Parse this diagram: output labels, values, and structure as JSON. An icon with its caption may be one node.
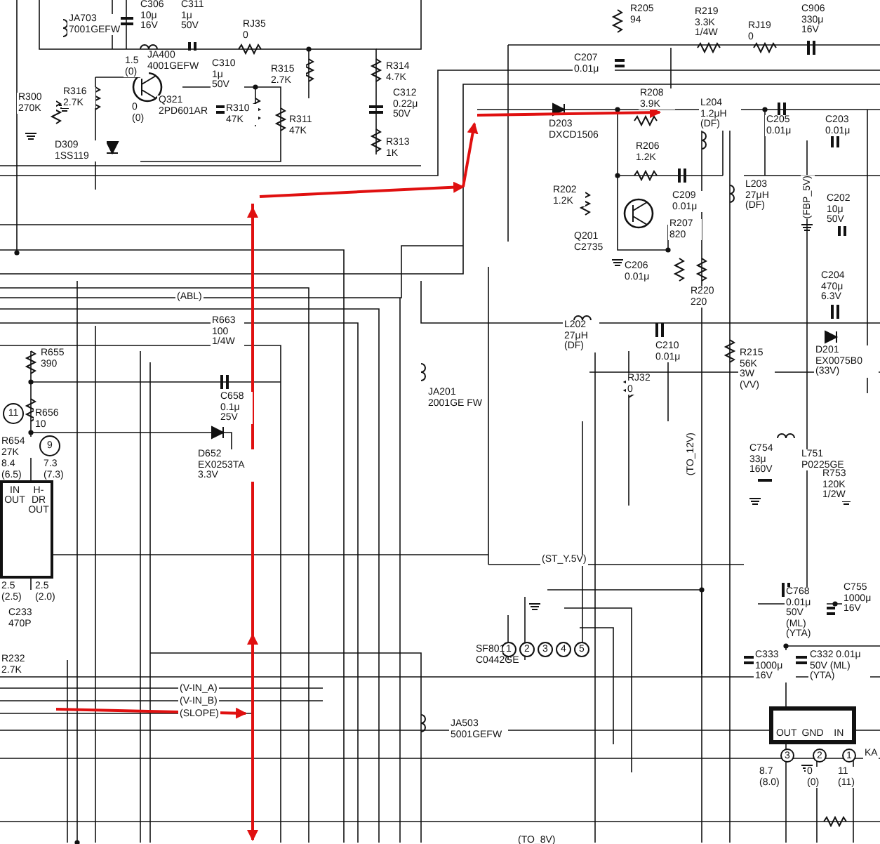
{
  "diagram": {
    "nodes": [
      {
        "text": [
          "IN OUT",
          "H-DR OUT"
        ]
      },
      {
        "text": [
          "11"
        ]
      },
      {
        "text": [
          "9"
        ]
      },
      {
        "text": [
          "OUT",
          "GND",
          "IN"
        ]
      },
      {
        "text": [
          "3"
        ]
      },
      {
        "text": [
          "2"
        ]
      },
      {
        "text": [
          "1"
        ]
      },
      {
        "text": [
          "1"
        ]
      },
      {
        "text": [
          "2"
        ]
      },
      {
        "text": [
          "3"
        ]
      },
      {
        "text": [
          "4"
        ]
      },
      {
        "text": [
          "5"
        ]
      }
    ],
    "labels": [
      "JA703 7001GEFW",
      "C306 10μ 16V",
      "C311 1μ 50V",
      "RJ35 0",
      "1.5 (0)",
      "JA400 4001GEFW",
      "C310 1μ 50V",
      "R315 2.7K",
      "R314 4.7K",
      "C312 0.22μ 50V",
      "R300 270K",
      "R316 2.7K",
      "0 (0)",
      "Q321 2PD601AR",
      "R310 47K",
      "R311 47K",
      "D309 1SS119",
      "R313 1K",
      "R205 94",
      "R219 3.3K 1/4W",
      "RJ19 0",
      "C906 330μ 16V",
      "C207 0.01μ",
      "D203 DXCD1506",
      "R208 3.9K",
      "L204 1.2μH (DF)",
      "C205 0.01μ",
      "C203 0.01μ",
      "R206 1.2K",
      "R202 1.2K",
      "C209 0.01μ",
      "L203 27μH (DF)",
      "(FBP_5V)",
      "C202 10μ 50V",
      "Q201 C2735",
      "R207 820",
      "C206 0.01μ",
      "R220 220",
      "C204 470μ 6.3V",
      "(ABL)",
      "L202 27μH (DF)",
      "C210 0.01μ",
      "D201 EX0075B0 (33V)",
      "R663 100 1/4W",
      "R655 390",
      "R215 56K 3W (VV)",
      "RJ32 0",
      "C658 0.1μ 25V",
      "R656 10",
      "JA201 2001GE FW",
      "R654 27K",
      "D652 EX0253TA 3.3V",
      "(TO_12V)",
      "C754 33μ 160V",
      "L751 P0225GE",
      "R753 120K 1/2W",
      "8.4 (6.5)",
      "7.3 (7.3)",
      "(ST_Y.5V)",
      "2.5 (2.5)",
      "2.5 (2.0)",
      "C233 470P",
      "C768 0.01μ 50V (ML) (YTA)",
      "C755 1000μ 16V",
      "R232 2.7K",
      "(V-IN_A)",
      "(V-IN_B)",
      "(SLOPE)",
      "SF801 C0442GE",
      "C333 1000μ 16V",
      "C332 0.01μ 50V (ML) (YTA)",
      "8.7 (8.0)",
      "0 (0)",
      "11 (11)",
      "JA503 5001GEFW",
      "KA",
      "(TO_8V)"
    ]
  }
}
